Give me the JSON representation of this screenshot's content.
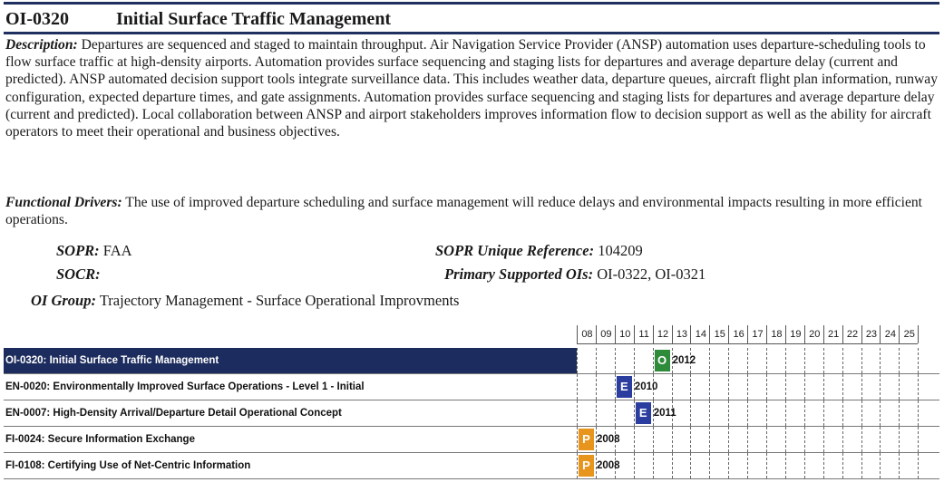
{
  "header": {
    "id": "OI-0320",
    "title": "Initial Surface Traffic Management"
  },
  "description": {
    "label": "Description:",
    "text": "Departures are sequenced and staged to maintain throughput. Air Navigation Service Provider (ANSP) automation uses departure-scheduling tools to flow surface traffic at high-density airports. Automation provides surface sequencing and staging lists for departures and average departure delay (current and predicted).  ANSP automated decision support tools integrate surveillance data. This includes weather data, departure queues, aircraft flight plan information, runway configuration, expected departure times, and gate assignments. Automation provides surface sequencing and staging lists for departures and average departure delay (current and predicted). Local collaboration between ANSP and airport stakeholders improves information flow to decision support as well as the ability for aircraft operators to meet their operational and business objectives."
  },
  "drivers": {
    "label": "Functional Drivers:",
    "text": "The use of improved departure scheduling and surface management will reduce delays and environmental impacts resulting in more efficient operations."
  },
  "meta": {
    "sopr_label": "SOPR:",
    "sopr_value": "FAA",
    "socr_label": "SOCR:",
    "socr_value": "",
    "sopr_ref_label": "SOPR Unique Reference:",
    "sopr_ref_value": "104209",
    "primary_label": "Primary Supported OIs:",
    "primary_value": "OI-0322, OI-0321",
    "group_label": "OI Group:",
    "group_value": "Trajectory Management - Surface Operational Improvments"
  },
  "timeline": {
    "years": [
      "08",
      "09",
      "10",
      "11",
      "12",
      "13",
      "14",
      "15",
      "16",
      "17",
      "18",
      "19",
      "20",
      "21",
      "22",
      "23",
      "24",
      "25"
    ],
    "rows": [
      {
        "label": "OI-0320: Initial Surface Traffic Management",
        "letter": "O",
        "year": "2012",
        "year_index": 4,
        "color": "#2e8b3a",
        "highlight": true
      },
      {
        "label": "EN-0020: Environmentally Improved Surface Operations - Level 1 - Initial",
        "letter": "E",
        "year": "2010",
        "year_index": 2,
        "color": "#2b3d9e",
        "highlight": false
      },
      {
        "label": "EN-0007: High-Density Arrival/Departure Detail Operational Concept",
        "letter": "E",
        "year": "2011",
        "year_index": 3,
        "color": "#2b3d9e",
        "highlight": false
      },
      {
        "label": "FI-0024: Secure Information Exchange",
        "letter": "P",
        "year": "2008",
        "year_index": 0,
        "color": "#e8951e",
        "highlight": false
      },
      {
        "label": "FI-0108: Certifying Use of Net-Centric Information",
        "letter": "P",
        "year": "2008",
        "year_index": 0,
        "color": "#e8951e",
        "highlight": false
      }
    ]
  }
}
